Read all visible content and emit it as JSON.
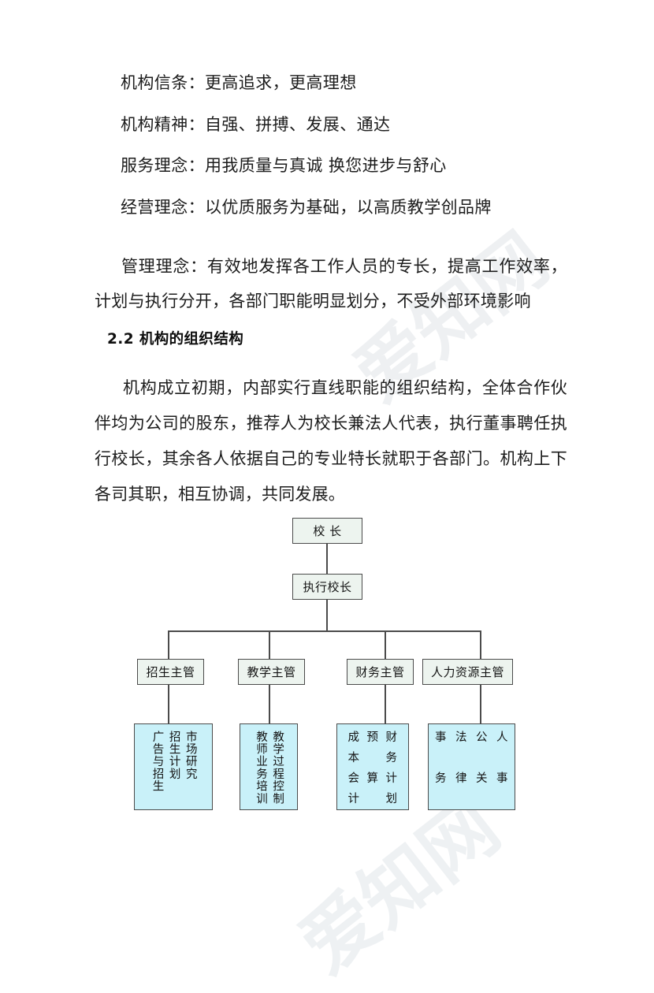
{
  "document": {
    "creed_lines": [
      "机构信条：更高追求，更高理想",
      "机构精神：自强、拼搏、发展、通达",
      "服务理念：用我质量与真诚  换您进步与舒心",
      "经营理念：以优质服务为基础，以高质教学创品牌"
    ],
    "management_paragraph": "管理理念：有效地发挥各工作人员的专长，提高工作效率，计划与执行分开，各部门职能明显划分，不受外部环境影响",
    "section_heading": "2.2 机构的组织结构",
    "intro_paragraph": "机构成立初期，内部实行直线职能的组织结构，全体合作伙伴均为公司的股东，推荐人为校长兼法人代表，执行董事聘任执行校长，其余各人依据自己的专业特长就职于各部门。机构上下各司其职，相互协调，共同发展。"
  },
  "watermark": {
    "mark_1": "爱知网",
    "mark_2": "知",
    "mark_3": "爱知网"
  },
  "chart_data": {
    "type": "diagram",
    "title": "机构的组织结构",
    "colors": {
      "top_fill": "#edf4ef",
      "leaf_fill": "#c9f1f9",
      "border": "#4b4b4b"
    },
    "nodes": {
      "principal": "校    长",
      "executive_principal": "执行校长",
      "managers": [
        "招生主管",
        "教学主管",
        "财务主管",
        "人力资源主管"
      ],
      "departments": [
        {
          "parent": "招生主管",
          "columns": [
            "市场研究",
            "招生计划",
            "广告与招生"
          ]
        },
        {
          "parent": "教学主管",
          "columns": [
            "教学过程控制",
            "教师业务培训"
          ]
        },
        {
          "parent": "财务主管",
          "columns": [
            "财务计划",
            "预算",
            "成本会计"
          ]
        },
        {
          "parent": "人力资源主管",
          "columns": [
            "人事",
            "公关",
            "法律",
            "事务"
          ]
        }
      ]
    },
    "finance_grid": {
      "col_1": [
        "财",
        "务",
        "计",
        "划"
      ],
      "col_2": [
        "预",
        "",
        "算",
        ""
      ],
      "col_3": [
        "成",
        "本",
        "会",
        "计"
      ]
    },
    "hr_grid": {
      "col_1": [
        "人",
        "",
        "事"
      ],
      "col_2": [
        "公",
        "",
        "关"
      ],
      "col_3": [
        "法",
        "",
        "律"
      ],
      "col_4": [
        "事",
        "",
        "务"
      ]
    }
  }
}
